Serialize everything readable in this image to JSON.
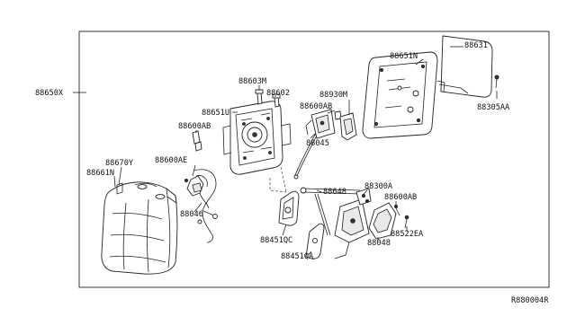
{
  "diagram": {
    "labels": {
      "p88650X": "88650X",
      "p88631": "88631",
      "p88651N": "88651N",
      "p88305AA": "88305AA",
      "p88603M": "88603M",
      "p88602": "88602",
      "p88651U": "88651U",
      "p88600AB_a": "88600AB",
      "p88600AB_b": "88600AB",
      "p88600AB_c": "88600AB",
      "p88930M": "88930M",
      "p88045": "88045",
      "p88600AE": "88600AE",
      "p88670Y": "88670Y",
      "p88661N": "88661N",
      "p88046": "88046",
      "p88648": "88648",
      "p88300A": "88300A",
      "p88451QC": "88451QC",
      "p88451QA": "88451QA",
      "p88522EA": "88522EA",
      "p88048": "88048"
    },
    "ref_code": "R880004R"
  }
}
